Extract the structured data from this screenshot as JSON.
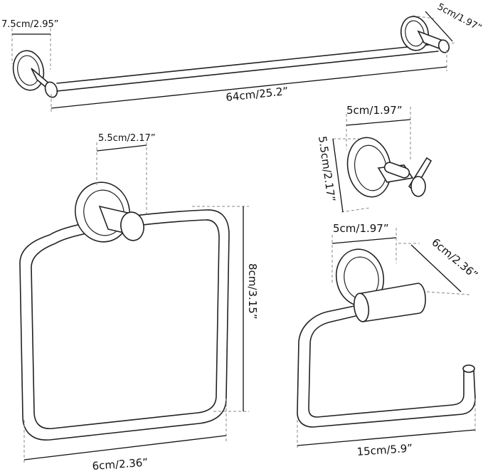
{
  "towel_bar": {
    "height_label": "7.5cm/2.95”",
    "depth_label": "5cm/1.97”",
    "length_label": "64cm/25.2”"
  },
  "robe_hook": {
    "width_label": "5cm/1.97”",
    "height_label": "5.5cm/2.17”"
  },
  "towel_ring": {
    "base_label": "5.5cm/2.17”",
    "height_label": "8cm/3.15”",
    "width_label": "6cm/2.36”"
  },
  "paper_holder": {
    "base_label": "5cm/1.97”",
    "depth_label": "6cm/2.36”",
    "width_label": "15cm/5.9”"
  }
}
